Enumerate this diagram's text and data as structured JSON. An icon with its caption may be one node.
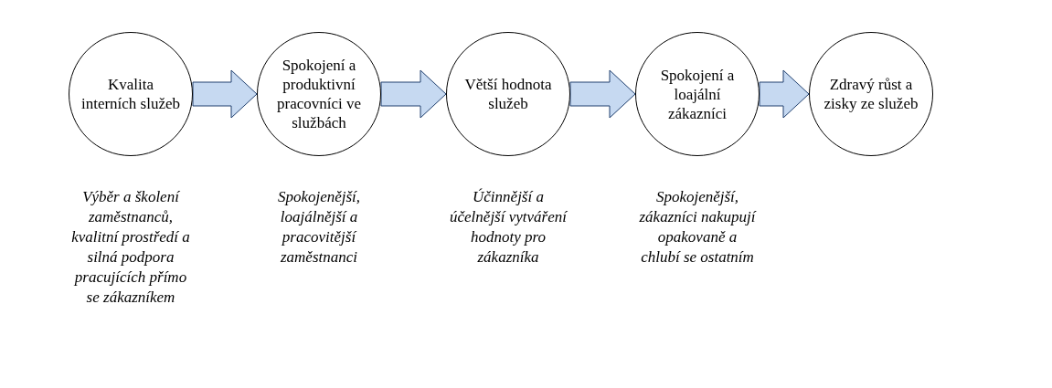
{
  "diagram": {
    "nodes": [
      {
        "text": [
          "Kvalita interních služeb"
        ],
        "beside": [
          "Výběr a školení zaměstnanců, kvalitní prostředí a silná podpora pracujících přímo se zákazníkem"
        ]
      },
      {
        "text": [
          "Spokojení a produktivní pracovníci ve službách"
        ],
        "beside": [
          "Spokojenější, loajálnější a pracovitější zaměstnanci"
        ]
      },
      {
        "text": [
          "Větší hodnota služeb"
        ],
        "beside": [
          "Účinnější a účelnější vytváření hodnoty pro zákazníka"
        ]
      },
      {
        "text": [
          "Spokojení a loajální zákazníci"
        ],
        "beside": [
          "Spokojenější, zákazníci nakupují opakovaně a chlubí se ostatním"
        ]
      },
      {
        "text": [
          "Zdravý růst a zisky ze služeb"
        ]
      }
    ],
    "edges": [
      {
        "from": 0,
        "to": 1,
        "arrow": "to"
      },
      {
        "from": 1,
        "to": 2,
        "arrow": "to"
      },
      {
        "from": 2,
        "to": 3,
        "arrow": "to"
      },
      {
        "from": 3,
        "to": 4,
        "arrow": "to"
      }
    ]
  }
}
